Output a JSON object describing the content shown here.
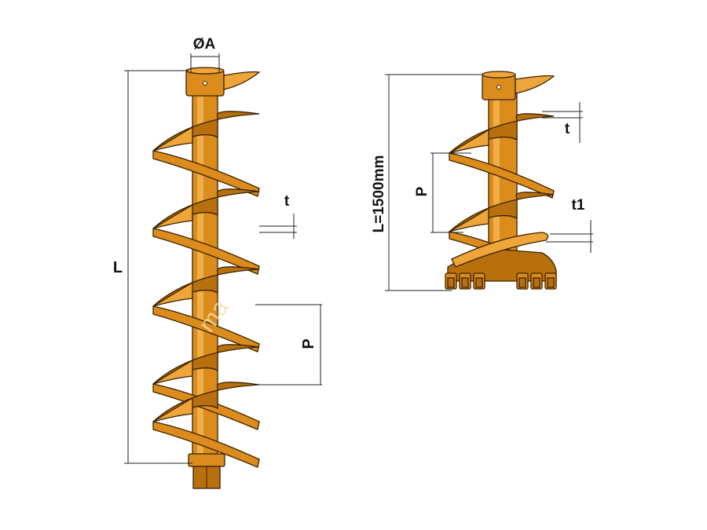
{
  "left_auger": {
    "diameter_label": "ØA",
    "length_label": "L",
    "thickness_label": "t",
    "pitch_label": "P"
  },
  "right_auger": {
    "length_label": "L=1500mm",
    "thickness_label": "t",
    "pitch_label": "P",
    "tip_thickness_label": "t1"
  },
  "watermark": "ma",
  "colors": {
    "body": "#dc8c1c",
    "shade": "#b8700e",
    "outline": "#3a2200"
  }
}
